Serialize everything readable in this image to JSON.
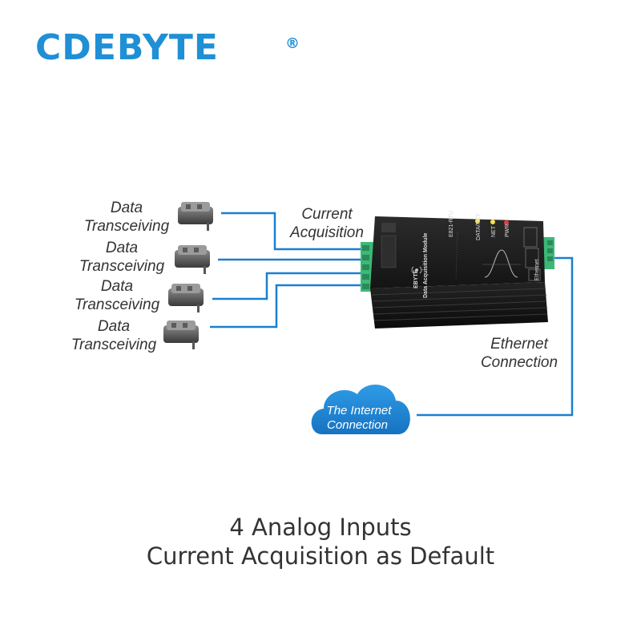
{
  "brand": {
    "name": "CDEBYTE",
    "registered": "®"
  },
  "sensors": [
    {
      "label": "Data\nTransceiving"
    },
    {
      "label": "Data\nTransceiving"
    },
    {
      "label": "Data\nTransceiving"
    },
    {
      "label": "Data\nTransceiving"
    }
  ],
  "labels": {
    "current_acquisition": "Current\nAcquisition",
    "ethernet_connection": "Ethernet\nConnection"
  },
  "cloud": {
    "line1": "The Internet",
    "line2": "Connection"
  },
  "device": {
    "brand": "EBYTE",
    "name": "Data Acquisition Module",
    "model": "E821-RTU",
    "leds": [
      "DATA/NET",
      "NET",
      "PWR"
    ],
    "port": "Ethernet"
  },
  "colors": {
    "brand": "#1f8fd6",
    "wire": "#1a7fd0",
    "cloud": "#1e88d6",
    "terminal": "#3cb878",
    "device": "#1c1c1c"
  },
  "caption": {
    "line1": "4 Analog Inputs",
    "line2": "Current Acquisition as Default"
  }
}
